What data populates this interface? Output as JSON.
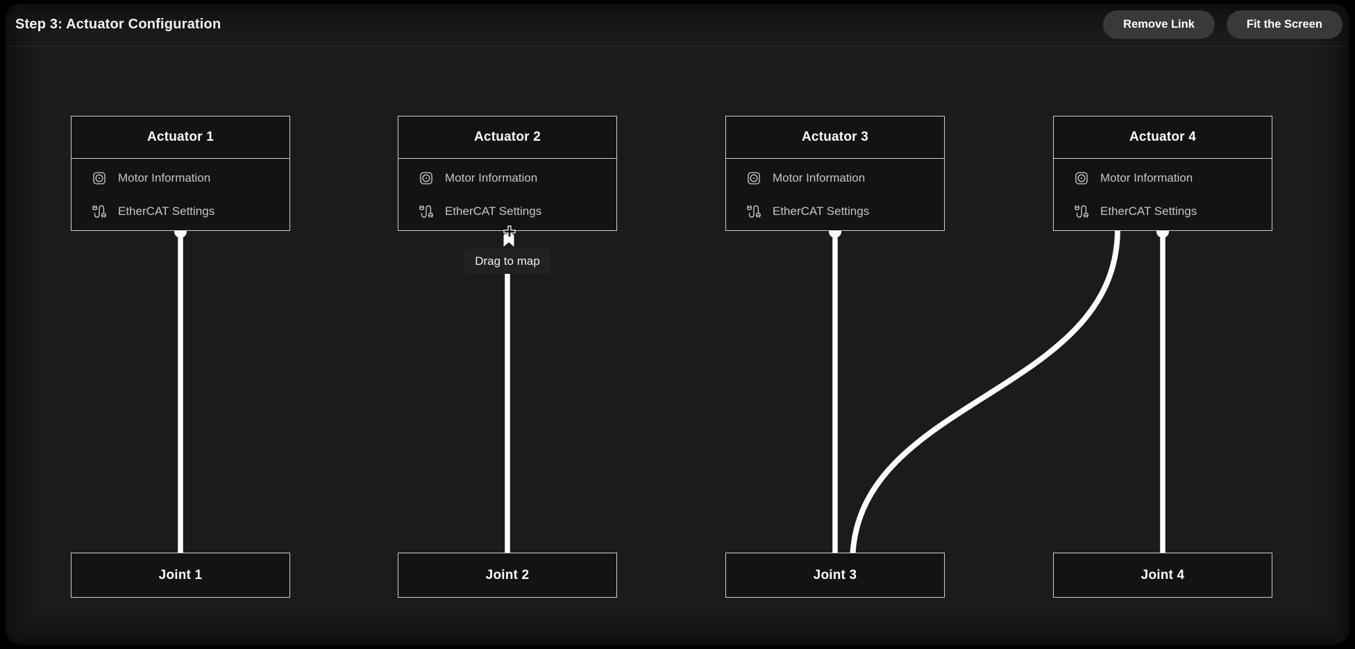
{
  "header": {
    "title": "Step 3: Actuator Configuration",
    "buttons": [
      {
        "label": "Remove Link"
      },
      {
        "label": "Fit the Screen"
      }
    ]
  },
  "canvas": {
    "tooltip": "Drag to map",
    "actuators": [
      {
        "title": "Actuator 1",
        "items": [
          {
            "icon": "motor-icon",
            "label": "Motor Information"
          },
          {
            "icon": "cable-icon",
            "label": "EtherCAT Settings"
          }
        ]
      },
      {
        "title": "Actuator 2",
        "items": [
          {
            "icon": "motor-icon",
            "label": "Motor Information"
          },
          {
            "icon": "cable-icon",
            "label": "EtherCAT Settings"
          }
        ]
      },
      {
        "title": "Actuator 3",
        "items": [
          {
            "icon": "motor-icon",
            "label": "Motor Information"
          },
          {
            "icon": "cable-icon",
            "label": "EtherCAT Settings"
          }
        ]
      },
      {
        "title": "Actuator 4",
        "items": [
          {
            "icon": "motor-icon",
            "label": "Motor Information"
          },
          {
            "icon": "cable-icon",
            "label": "EtherCAT Settings"
          }
        ]
      }
    ],
    "joints": [
      {
        "label": "Joint 1"
      },
      {
        "label": "Joint 2"
      },
      {
        "label": "Joint 3"
      },
      {
        "label": "Joint 4"
      }
    ],
    "connections": [
      {
        "from": "Actuator 1",
        "to": "Joint 1",
        "shape": "straight"
      },
      {
        "from": "Actuator 2",
        "to": "Joint 2",
        "shape": "straight"
      },
      {
        "from": "Actuator 3",
        "to": "Joint 3",
        "shape": "straight"
      },
      {
        "from": "Actuator 4",
        "to": "Joint 4",
        "shape": "straight"
      },
      {
        "from": "Actuator 4",
        "to": "Joint 3",
        "shape": "curved"
      }
    ]
  },
  "colors": {
    "wire": "#ffffff",
    "node_border": "#d2d2d4",
    "node_bg": "#131314",
    "panel_bg": "#1b1b1c",
    "button_bg": "#39393a",
    "title_text": "#f2f2f3",
    "item_text": "#c5c6c8"
  }
}
